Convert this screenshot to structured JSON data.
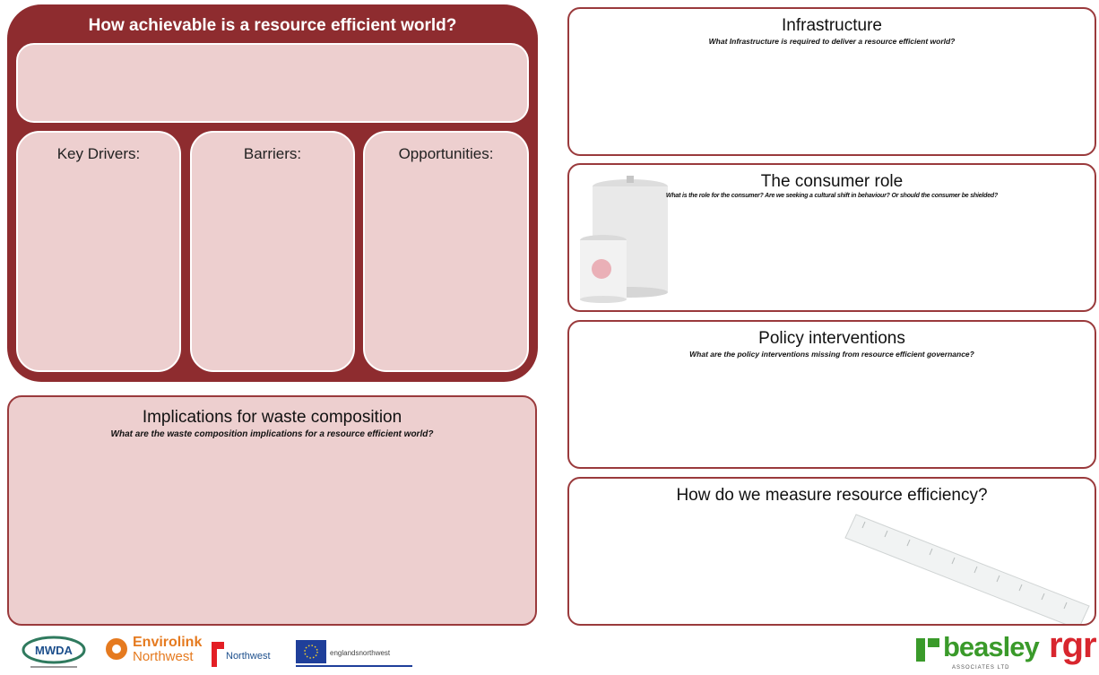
{
  "main": {
    "title": "How achievable is a resource efficient world?",
    "columns": [
      {
        "label": "Key Drivers:"
      },
      {
        "label": "Barriers:"
      },
      {
        "label": "Opportunities:"
      }
    ]
  },
  "implications": {
    "title": "Implications for waste composition",
    "subtitle": "What are the waste composition implications for a resource efficient world?"
  },
  "right_boxes": [
    {
      "title": "Infrastructure",
      "subtitle": "What Infrastructure is required to deliver a resource efficient world?"
    },
    {
      "title": "The consumer role",
      "subtitle": "What is the role for the consumer?  Are we seeking a cultural shift in behaviour?  Or should the consumer be shielded?"
    },
    {
      "title": "Policy interventions",
      "subtitle": "What are the policy interventions missing from resource efficient governance?"
    },
    {
      "title": "How do we measure resource efficiency?"
    }
  ],
  "logos": {
    "mwda": "MWDA",
    "envirolink_top": "Envirolink",
    "envirolink_bottom": "Northwest",
    "northwest": "Northwest",
    "eu_text": "englandsnorthwest",
    "beasley": "beasley",
    "beasley_sub": "ASSOCIATES LTD",
    "rgr": "rgr"
  },
  "colors": {
    "maroon": "#8e2c2f",
    "pink": "#edcfcf",
    "beasley_green": "#3a9a2a",
    "rgr_red": "#d8262e"
  }
}
